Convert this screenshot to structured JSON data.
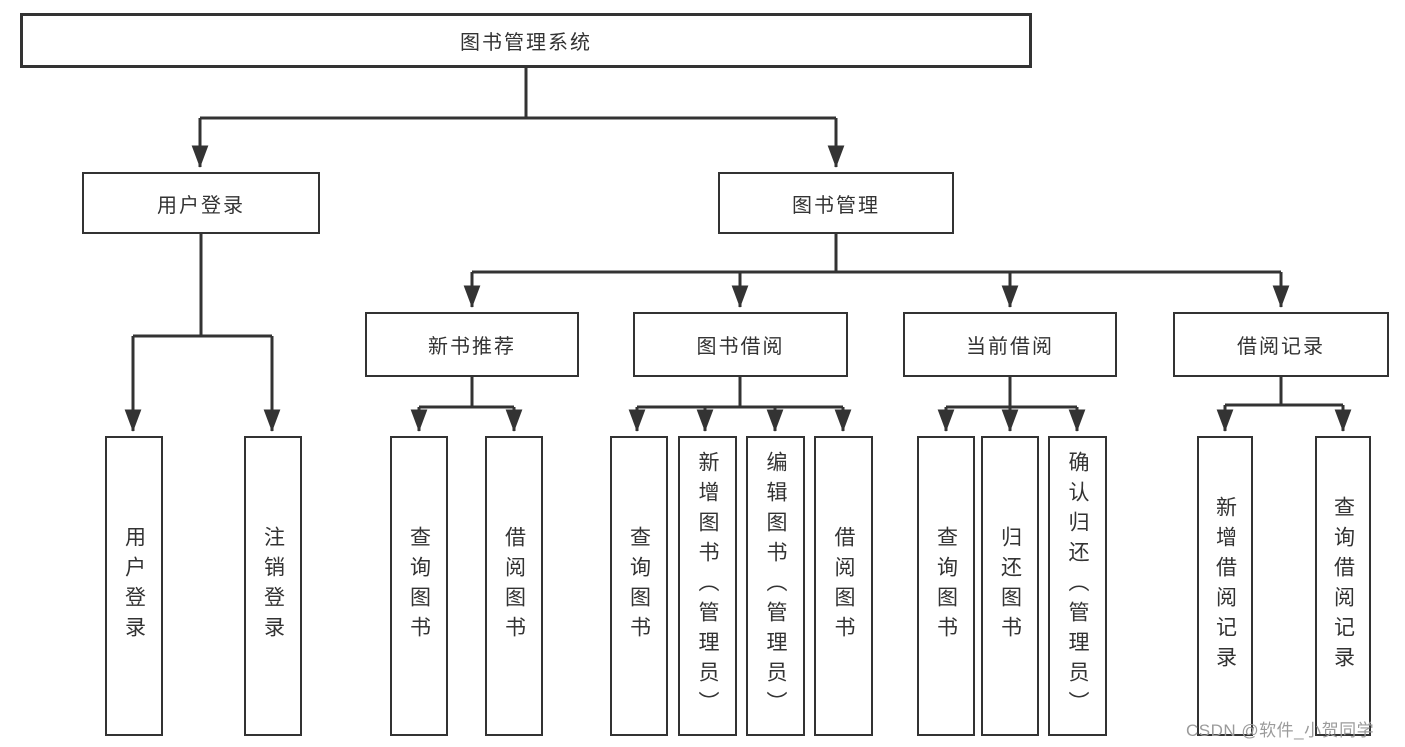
{
  "title": "图书管理系统",
  "watermark": "CSDN @软件_小贺同学",
  "colors": {
    "line": "#333333",
    "text": "#333333",
    "watermark": "#9b9b9b",
    "background": "#ffffff"
  },
  "tree": {
    "root": "图书管理系统",
    "level2": {
      "user_login": "用户登录",
      "book_mgmt": "图书管理"
    },
    "level3": {
      "new_book_rec": "新书推荐",
      "book_borrow": "图书借阅",
      "current_borrow": "当前借阅",
      "borrow_record": "借阅记录"
    },
    "leaves": {
      "user_login": "用户登录",
      "logout": "注销登录",
      "rec_query_book": "查询图书",
      "rec_borrow_book": "借阅图书",
      "bb_query_book": "查询图书",
      "bb_add_book": "新增图书（管理员）",
      "bb_edit_book": "编辑图书（管理员）",
      "bb_borrow_book": "借阅图书",
      "cb_query_book": "查询图书",
      "cb_return_book": "归还图书",
      "cb_confirm_return": "确认归还（管理员）",
      "br_add_record": "新增借阅记录",
      "br_query_record": "查询借阅记录"
    }
  }
}
